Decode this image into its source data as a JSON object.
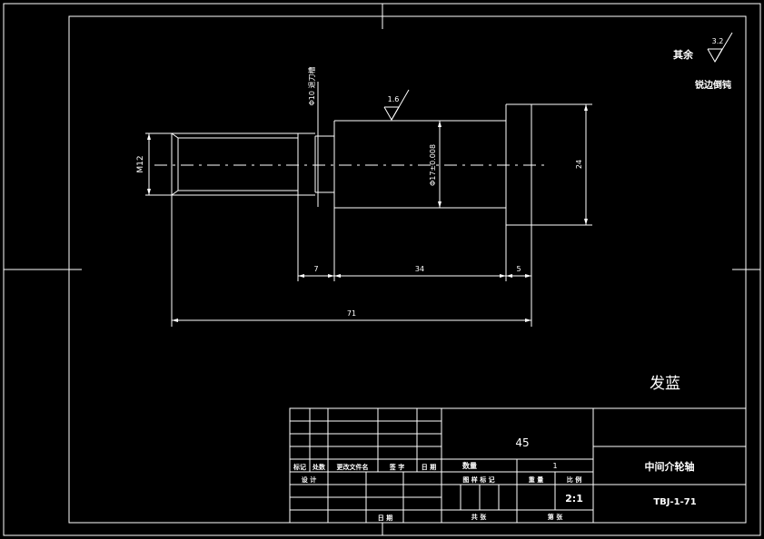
{
  "drawing": {
    "note_other": "其余",
    "note_roughness_other": "3.2",
    "note_edges": "锐边倒钝",
    "roughness_main": "1.6",
    "dim_left_dia": "M12",
    "dim_groove": "Φ10 退刀槽",
    "dim_main_dia": "Φ17±0.008",
    "dim_flange_dia": "24",
    "dim_len_groove": "7",
    "dim_len_main": "34",
    "dim_len_flange": "5",
    "dim_total": "71",
    "finish_note": "发蓝"
  },
  "title_block": {
    "material": "45",
    "part_name": "中间介轮轴",
    "drawing_number": "TBJ-1-71",
    "scale": "2:1",
    "quantity_label": "数量",
    "quantity_value": "1",
    "headers": [
      "标记",
      "处数",
      "更改文件名",
      "签 字",
      "日 期"
    ],
    "design_label": "设 计",
    "date_label": "日 期",
    "stage_label": "图 样 标 记",
    "weight_label": "重 量",
    "ratio_label": "比 例",
    "sheet_total_label": "共 张",
    "sheet_no_label": "第 张"
  }
}
